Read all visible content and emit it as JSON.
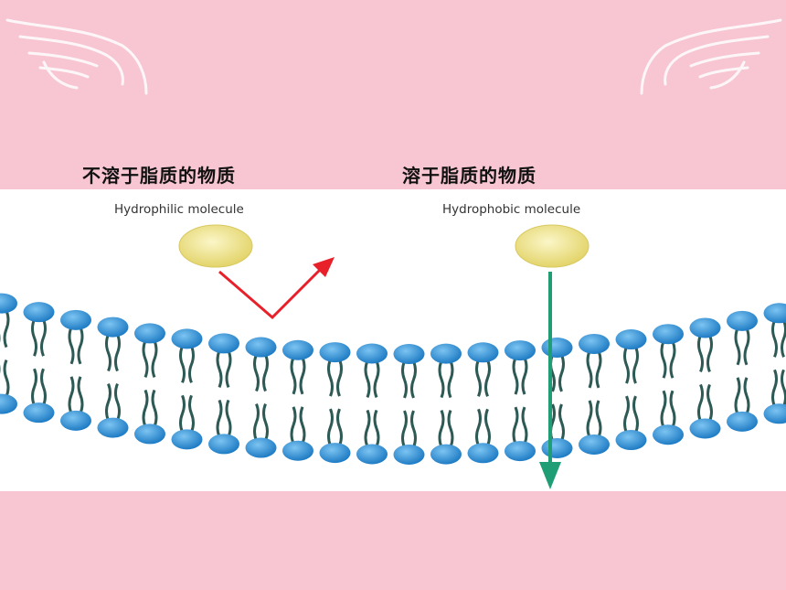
{
  "captions": {
    "left": "不溶于脂质的物质",
    "right": "溶于脂质的物质"
  },
  "molecules": {
    "left_label": "Hydrophilic molecule",
    "right_label": "Hydrophobic molecule"
  },
  "colors": {
    "background": "#f7c6d2",
    "panel": "#ffffff",
    "molecule": "#efe58a",
    "head": "#2d8fd6",
    "tail": "#2e5a55",
    "reflect_arrow": "#e8202a",
    "pass_arrow": "#1f9e76"
  },
  "icons": {
    "decor_left": "angel-wing-icon",
    "decor_right": "angel-wing-icon"
  }
}
